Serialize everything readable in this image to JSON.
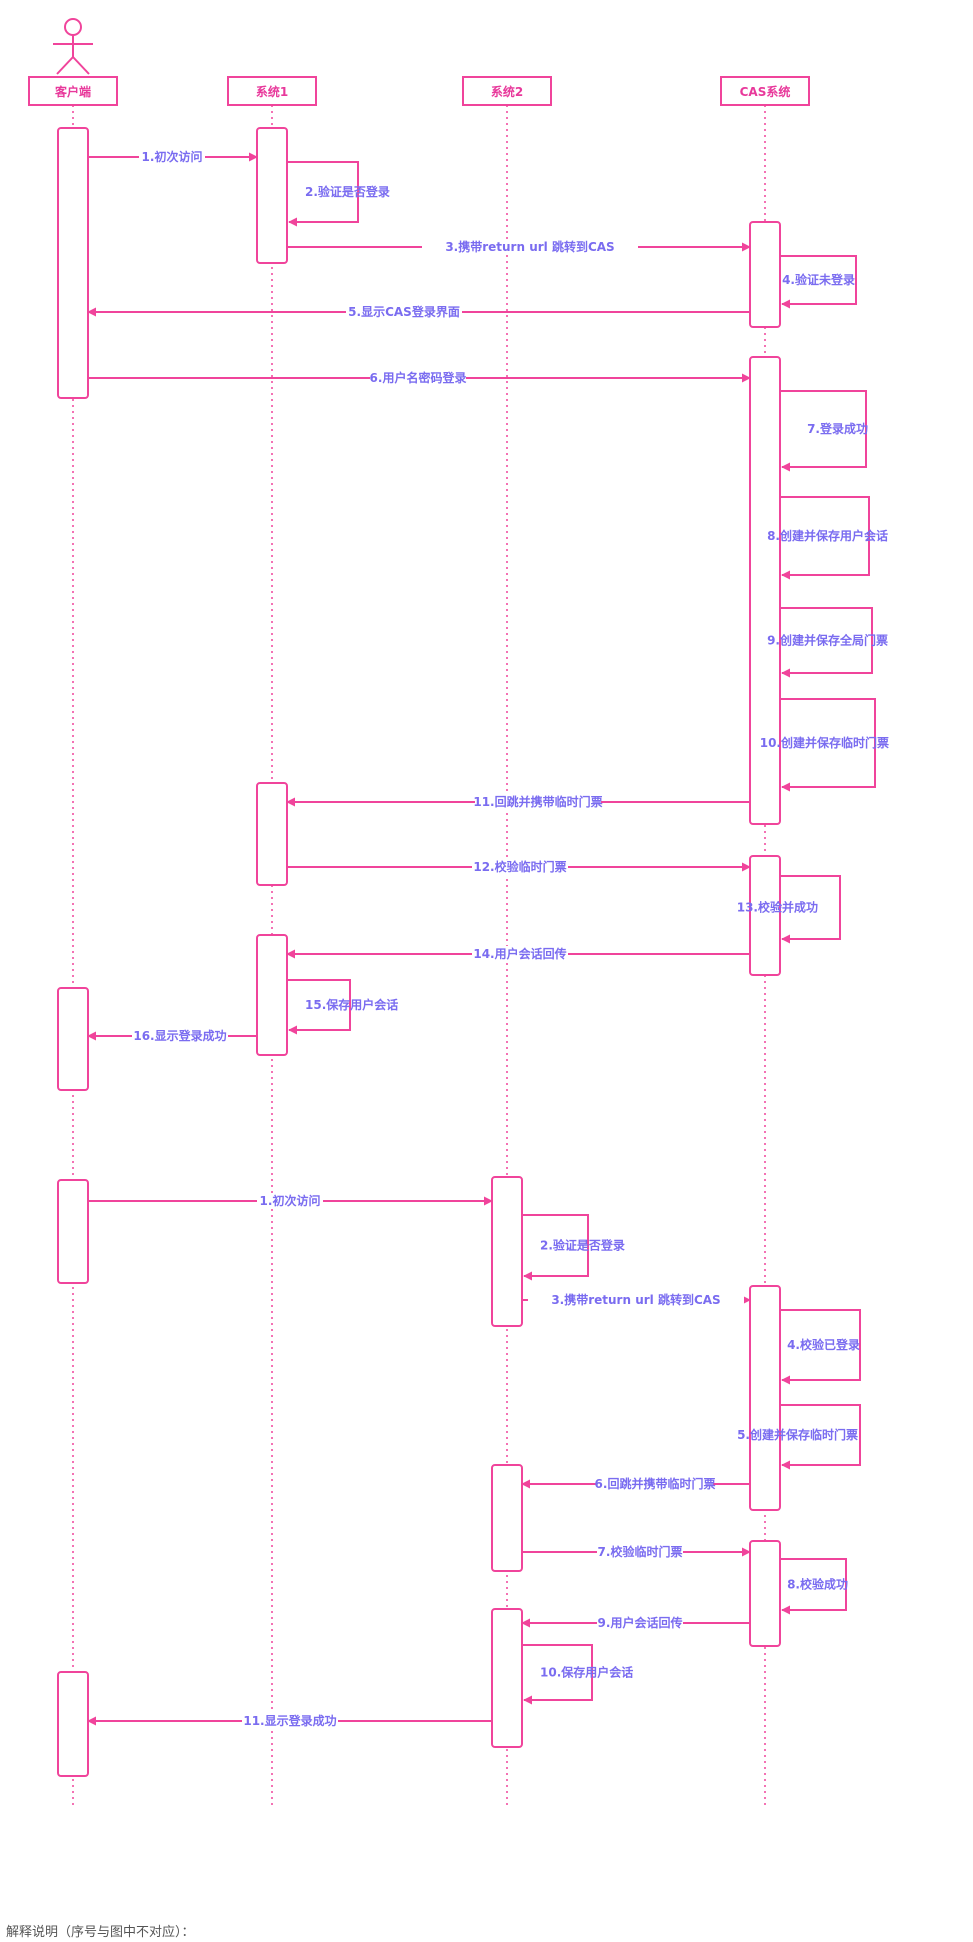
{
  "colors": {
    "line": "#f0449b",
    "text": "#7a6cf0",
    "box_text": "#e8399b"
  },
  "participants": [
    {
      "id": "client",
      "label": "客户端",
      "actor": true
    },
    {
      "id": "sys1",
      "label": "系统1"
    },
    {
      "id": "sys2",
      "label": "系统2"
    },
    {
      "id": "cas",
      "label": "CAS系统"
    }
  ],
  "messages": [
    {
      "from": "client",
      "to": "sys1",
      "label": "1.初次访问"
    },
    {
      "from": "sys1",
      "to": "sys1",
      "label": "2.验证是否登录"
    },
    {
      "from": "sys1",
      "to": "cas",
      "label": "3.携带return url 跳转到CAS"
    },
    {
      "from": "cas",
      "to": "cas",
      "label": "4.验证未登录"
    },
    {
      "from": "cas",
      "to": "client",
      "label": "5.显示CAS登录界面"
    },
    {
      "from": "client",
      "to": "cas",
      "label": "6.用户名密码登录"
    },
    {
      "from": "cas",
      "to": "cas",
      "label": "7.登录成功"
    },
    {
      "from": "cas",
      "to": "cas",
      "label": "8.创建并保存用户会话"
    },
    {
      "from": "cas",
      "to": "cas",
      "label": "9.创建并保存全局门票"
    },
    {
      "from": "cas",
      "to": "cas",
      "label": "10.创建并保存临时门票"
    },
    {
      "from": "cas",
      "to": "sys1",
      "label": "11.回跳并携带临时门票"
    },
    {
      "from": "sys1",
      "to": "cas",
      "label": "12.校验临时门票"
    },
    {
      "from": "cas",
      "to": "cas",
      "label": "13.校验并成功"
    },
    {
      "from": "cas",
      "to": "sys1",
      "label": "14.用户会话回传"
    },
    {
      "from": "sys1",
      "to": "sys1",
      "label": "15.保存用户会话"
    },
    {
      "from": "sys1",
      "to": "client",
      "label": "16.显示登录成功"
    },
    {
      "from": "client",
      "to": "sys2",
      "label": "1.初次访问"
    },
    {
      "from": "sys2",
      "to": "sys2",
      "label": "2.验证是否登录"
    },
    {
      "from": "sys2",
      "to": "cas",
      "label": "3.携带return url 跳转到CAS"
    },
    {
      "from": "cas",
      "to": "cas",
      "label": "4.校验已登录"
    },
    {
      "from": "cas",
      "to": "cas",
      "label": "5.创建并保存临时门票"
    },
    {
      "from": "cas",
      "to": "sys2",
      "label": "6.回跳并携带临时门票"
    },
    {
      "from": "sys2",
      "to": "cas",
      "label": "7.校验临时门票"
    },
    {
      "from": "cas",
      "to": "cas",
      "label": "8.校验成功"
    },
    {
      "from": "cas",
      "to": "sys2",
      "label": "9.用户会话回传"
    },
    {
      "from": "sys2",
      "to": "sys2",
      "label": "10.保存用户会话"
    },
    {
      "from": "sys2",
      "to": "client",
      "label": "11.显示登录成功"
    }
  ],
  "footer": "解释说明（序号与图中不对应）："
}
